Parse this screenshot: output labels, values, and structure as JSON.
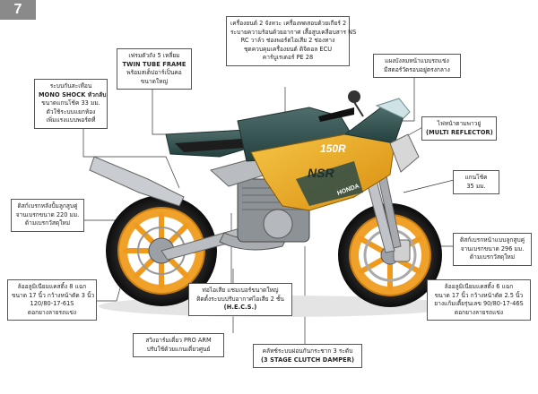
{
  "page_number": "7",
  "callouts": {
    "engine": {
      "lines": [
        "เครื่องยนต์ 2 จังหวะ เครื่องทดสอบด้วยเกียร์ 2",
        "ระบายความร้อนด้วยอากาศ เสื้อสูบเคลือบสาร NS",
        "RC วาล์ว ช่องพอร์ตไอเสีย 2 ช่องทาง",
        "ชุดควบคุมเครื่องยนต์ ดิจิตอล ECU",
        "คาร์บูเรเตอร์ PE 28"
      ]
    },
    "frame": {
      "lines": [
        "เฟรมตัวถัง 5 เหลี่ยม",
        "TWIN TUBE FRAME",
        "พร้อมสเต็ปอาร์เป็นคอ",
        "ขนาดใหญ่"
      ]
    },
    "windshield": {
      "lines": [
        "แผงบังลมหน้าแบบรถแข่ง",
        "มีสตอร์วัดรอบอยู่ตรงกลาง"
      ]
    },
    "headlight": {
      "lines": [
        "ไฟหน้าตามพาวยู่",
        "(MULTI REFLECTOR)"
      ]
    },
    "fork": {
      "lines": [
        "แกนโช้ค",
        "35 มม."
      ]
    },
    "monoshock": {
      "lines": [
        "ระบบกันสะเทือน",
        "MONO SHOCK หัวกลับ",
        "ขนาดแกนโช้ค 33 มม.",
        "ตัวใช้ระบบแยกห้อง",
        "เพิ่มแรงแบบพอร์ตที่"
      ]
    },
    "rear_brake": {
      "lines": [
        "ดิสก์เบรกหลังปั้มลูกสูบคู่",
        "จานเบรกขนาด 220 มม.",
        "ด้ามเบรกวัสดุใหม่"
      ]
    },
    "front_brake": {
      "lines": [
        "ดิสก์เบรกหน้าแบบลูกสูบคู่",
        "จานเบรกขนาด 296 มม.",
        "ด้ามเบรกวัสดุใหม่"
      ]
    },
    "rear_wheel": {
      "lines": [
        "ล้ออลูมิเนียมแคสติ้ง 8 แฉก",
        "ขนาด 17 นิ้ว กว้างหน้าตัด 3 นิ้ว",
        "120/80-17-61S",
        "ดอกยางลายรถแข่ง"
      ]
    },
    "exhaust": {
      "lines": [
        "ท่อไอเสีย แชมเบอร์ขนาดใหญ่",
        "ติดตั้งระบบปรับอากาศไอเสีย 2 ชั้น",
        "(H.E.C.S.)"
      ]
    },
    "swingarm": {
      "lines": [
        "สวิงอาร์มเดี่ยว PRO ARM",
        "ปรับใช้ด้วยแกนเดี่ยวศูนย์"
      ]
    },
    "clutch": {
      "lines": [
        "คลัทช์ระบบผ่อนกันกระชาก 3 ระดับ",
        "(3 STAGE CLUTCH DAMPER)"
      ]
    },
    "front_wheel": {
      "lines": [
        "ล้ออลูมิเนียมแคสติ้ง 6 แฉก",
        "ขนาด 17 นิ้ว กว้างหน้าตัด 2.5 นิ้ว",
        "ยางแก้มเตี้ยรุ่นเลข 90/80-17-46S",
        "ดอกยางลายรถแข่ง"
      ]
    }
  },
  "bike_decal": {
    "model": "150R",
    "logo": "NSR",
    "brand": "HONDA"
  },
  "colors": {
    "fairing_teal": "#2c4a48",
    "fairing_yellow": "#f2b01e",
    "wheel_orange": "#ef9a1c",
    "frame_silver": "#b9bcc0",
    "badge_gray": "#8a8a8a"
  },
  "icons": [
    "motorcycle-illustration"
  ]
}
